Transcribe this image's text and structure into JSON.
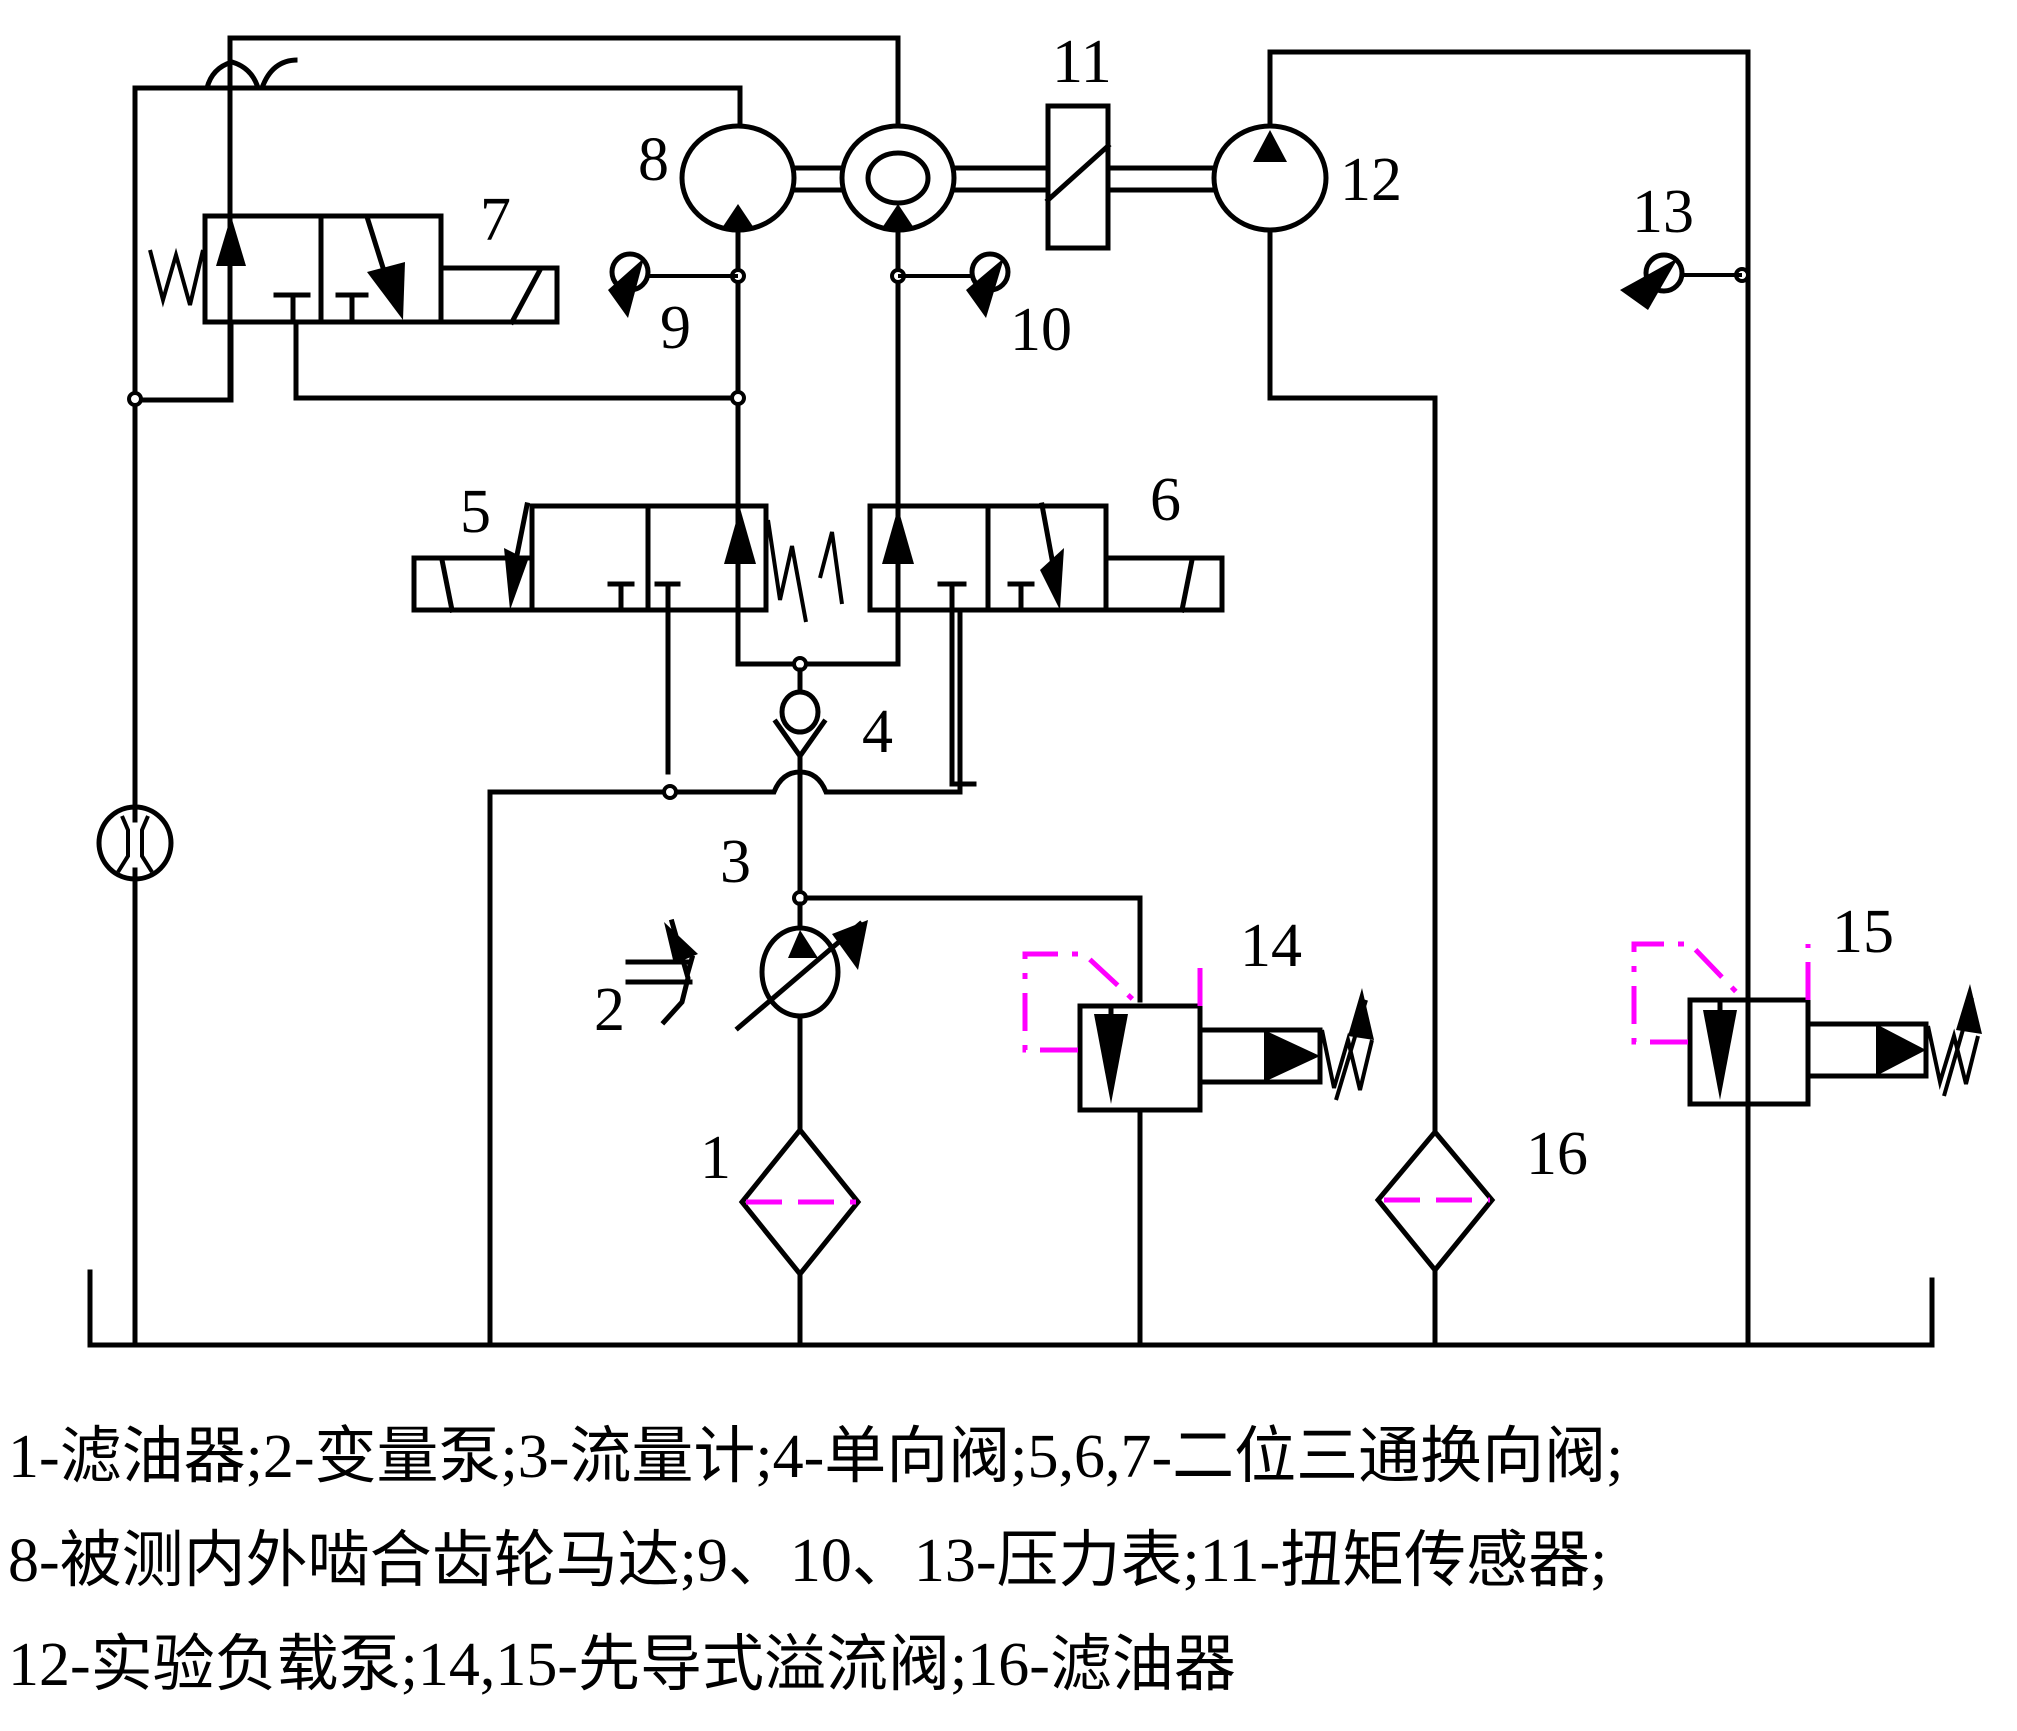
{
  "diagram": {
    "type": "hydraulic-schematic",
    "colors": {
      "line": "#000000",
      "pilot_line": "#ff00ff",
      "filter_element": "#ff00ff",
      "background": "#ffffff"
    },
    "labels": {
      "c1": "1",
      "c2": "2",
      "c3": "3",
      "c4": "4",
      "c5": "5",
      "c6": "6",
      "c7": "7",
      "c8": "8",
      "c9": "9",
      "c10": "10",
      "c11": "11",
      "c12": "12",
      "c13": "13",
      "c14": "14",
      "c15": "15",
      "c16": "16"
    },
    "components": [
      {
        "id": "1",
        "name": "滤油器"
      },
      {
        "id": "2",
        "name": "变量泵"
      },
      {
        "id": "3",
        "name": "流量计"
      },
      {
        "id": "4",
        "name": "单向阀"
      },
      {
        "id": "5",
        "name": "二位三通换向阀"
      },
      {
        "id": "6",
        "name": "二位三通换向阀"
      },
      {
        "id": "7",
        "name": "二位三通换向阀"
      },
      {
        "id": "8",
        "name": "被测内外啮合齿轮马达"
      },
      {
        "id": "9",
        "name": "压力表"
      },
      {
        "id": "10",
        "name": "压力表"
      },
      {
        "id": "11",
        "name": "扭矩传感器"
      },
      {
        "id": "12",
        "name": "实验负载泵"
      },
      {
        "id": "13",
        "name": "压力表"
      },
      {
        "id": "14",
        "name": "先导式溢流阀"
      },
      {
        "id": "15",
        "name": "先导式溢流阀"
      },
      {
        "id": "16",
        "name": "滤油器"
      }
    ]
  },
  "legend": {
    "lines": [
      "1-滤油器;2-变量泵;3-流量计;4-单向阀;5,6,7-二位三通换向阀;",
      "8-被测内外啮合齿轮马达;9、10、13-压力表;11-扭矩传感器;",
      "12-实验负载泵;14,15-先导式溢流阀;16-滤油器"
    ]
  }
}
